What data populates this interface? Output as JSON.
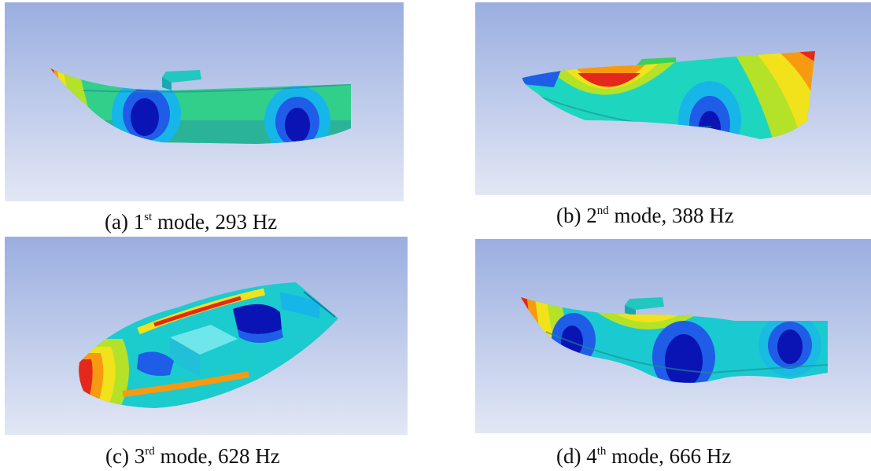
{
  "colors": {
    "background_top": "#9aaee0",
    "background_bottom": "#e2e7f5",
    "mode_scale": [
      "#0a14b4",
      "#1f5ce8",
      "#17b6e8",
      "#1ed6c0",
      "#38d25a",
      "#b4e228",
      "#f2e21c",
      "#f79a12",
      "#e4281c"
    ]
  },
  "panels": [
    {
      "id": "a",
      "icon": "boat-mode-shape-icon",
      "caption": {
        "prefix": "(a) 1",
        "sup": "st",
        "suffix": " mode, 293 Hz"
      }
    },
    {
      "id": "b",
      "icon": "boat-mode-shape-icon",
      "caption": {
        "prefix": "(b) 2",
        "sup": "nd",
        "suffix": " mode, 388 Hz"
      }
    },
    {
      "id": "c",
      "icon": "boat-mode-shape-icon",
      "caption": {
        "prefix": "(c) 3",
        "sup": "rd",
        "suffix": " mode, 628 Hz"
      }
    },
    {
      "id": "d",
      "icon": "boat-mode-shape-icon",
      "caption": {
        "prefix": "(d) 4",
        "sup": "th",
        "suffix": " mode, 666 Hz"
      }
    }
  ]
}
